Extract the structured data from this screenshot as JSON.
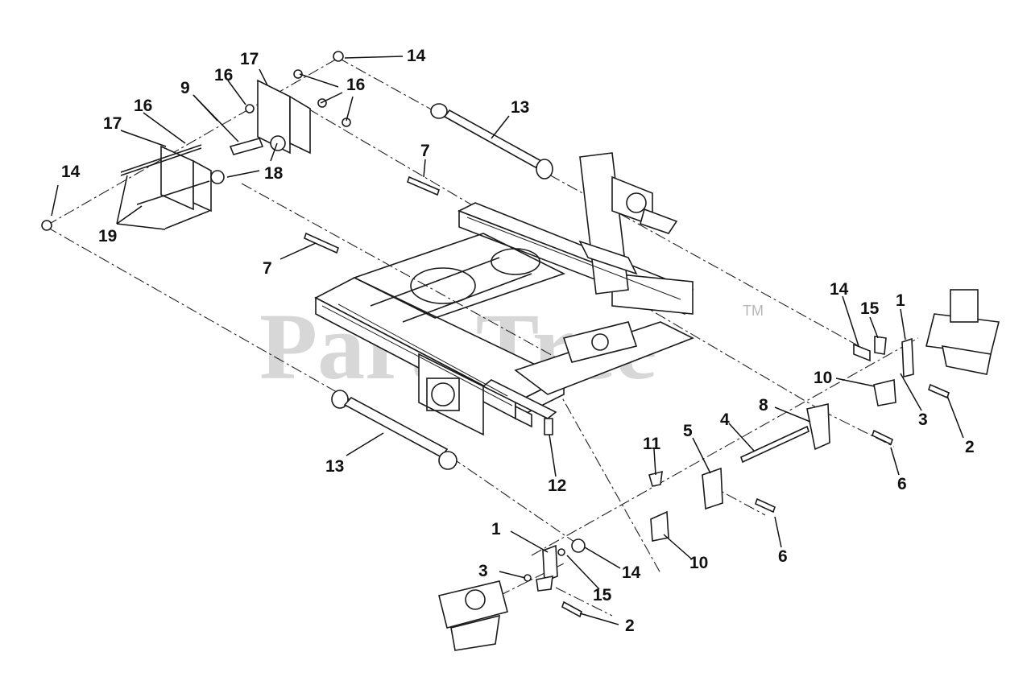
{
  "watermark": {
    "text": "PartsTree",
    "trademark": "TM"
  },
  "callouts": {
    "c1a": "1",
    "c1b": "1",
    "c2a": "2",
    "c2b": "2",
    "c3a": "3",
    "c3b": "3",
    "c4": "4",
    "c5": "5",
    "c6a": "6",
    "c6b": "6",
    "c7a": "7",
    "c7b": "7",
    "c8": "8",
    "c9": "9",
    "c10a": "10",
    "c10b": "10",
    "c11": "11",
    "c12": "12",
    "c13a": "13",
    "c13b": "13",
    "c14a": "14",
    "c14b": "14",
    "c14c": "14",
    "c14d": "14",
    "c15a": "15",
    "c15b": "15",
    "c16a": "16",
    "c16b": "16",
    "c16c": "16",
    "c17a": "17",
    "c17b": "17",
    "c18": "18",
    "c19": "19"
  }
}
